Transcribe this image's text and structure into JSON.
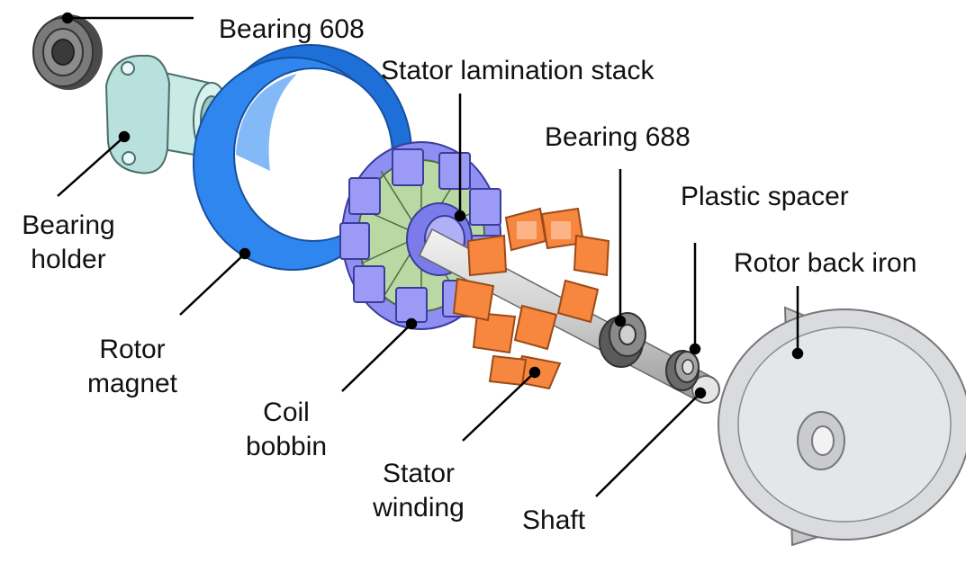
{
  "colors": {
    "magnet": "#2f86ee",
    "winding": "#f7863f",
    "bobbin": "#8f8ff3",
    "lamination": "#b9d9a4",
    "holder": "#b8e0dc",
    "bearing": "#6f6f6f",
    "back_iron": "#d3d5d8",
    "shaft": "#c4c4c4"
  },
  "labels": {
    "bearing_608": "Bearing 608",
    "bearing_holder": [
      "Bearing",
      "holder"
    ],
    "rotor_magnet": [
      "Rotor",
      "magnet"
    ],
    "coil_bobbin": [
      "Coil",
      "bobbin"
    ],
    "stator_lamination_stack": "Stator lamination stack",
    "stator_winding": [
      "Stator",
      "winding"
    ],
    "bearing_688": "Bearing 688",
    "plastic_spacer": "Plastic spacer",
    "rotor_back_iron": "Rotor back iron",
    "shaft": "Shaft"
  }
}
